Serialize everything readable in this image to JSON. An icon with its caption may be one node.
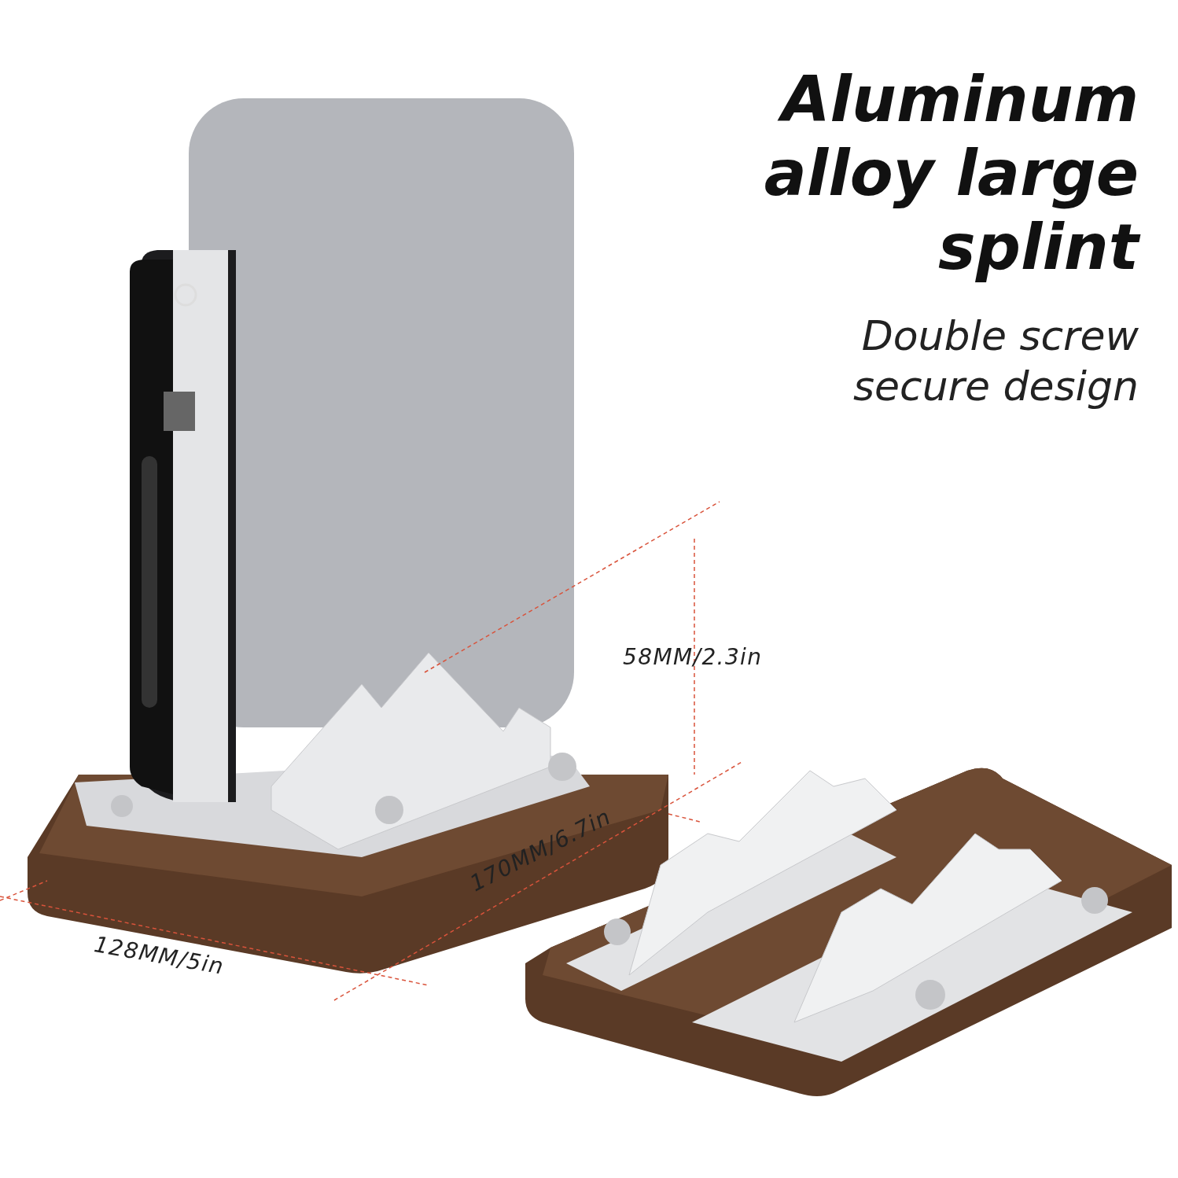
{
  "diagram": {
    "title": "Aluminum alloy large splint",
    "labels": [
      "Double screw secure design",
      "58MM/2.3in",
      "170MM/6.7in",
      "128MM/5in"
    ]
  }
}
